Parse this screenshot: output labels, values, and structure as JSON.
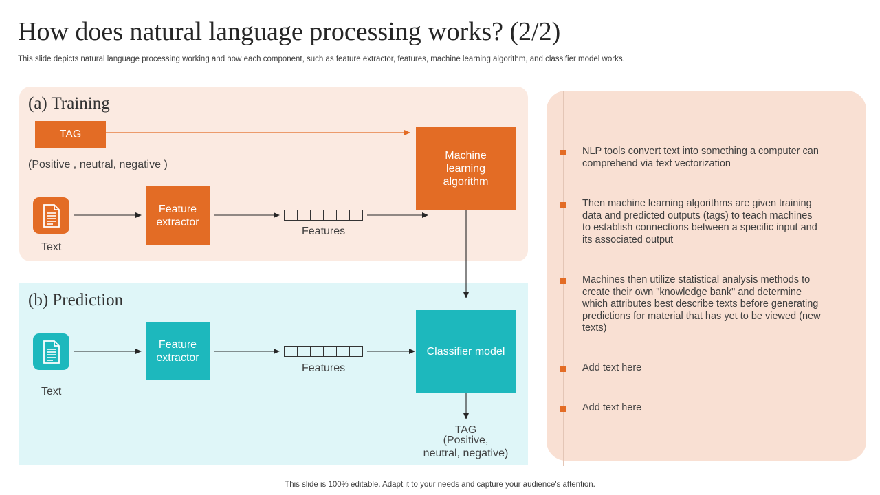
{
  "title": "How does natural language processing works? (2/2)",
  "subtitle": "This slide depicts natural language processing working and how each component, such as feature extractor, features, machine learning algorithm, and classifier model works.",
  "training": {
    "heading": "(a) Training",
    "tag_label": "TAG",
    "tag_values": "(Positive , neutral, negative )",
    "text_label": "Text",
    "feature_extractor": "Feature extractor",
    "features_label": "Features",
    "ml_algorithm": "Machine learning algorithm"
  },
  "prediction": {
    "heading": "(b) Prediction",
    "text_label": "Text",
    "feature_extractor": "Feature extractor",
    "features_label": "Features",
    "classifier": "Classifier model",
    "output_tag": "TAG",
    "output_values_1": "(Positive,",
    "output_values_2": "neutral, negative)"
  },
  "bullets": [
    "NLP tools convert text into something a computer can comprehend via text vectorization",
    "Then machine learning algorithms are given training data and predicted outputs (tags) to teach machines to establish connections between a specific input and its associated output",
    "Machines then utilize statistical analysis methods to create their own \"knowledge bank\" and determine which attributes best describe texts before generating predictions for material that has yet to be viewed (new texts)",
    "Add text here",
    "Add text here"
  ],
  "footer": "This slide is 100% editable. Adapt it to your needs and capture your audience's attention.",
  "colors": {
    "orange": "#e36c25",
    "teal": "#1db8bd",
    "training_bg": "#fbeae1",
    "prediction_bg": "#dff6f8",
    "notes_bg": "#f9e0d3"
  },
  "icons": {
    "text_document": "document-icon"
  }
}
